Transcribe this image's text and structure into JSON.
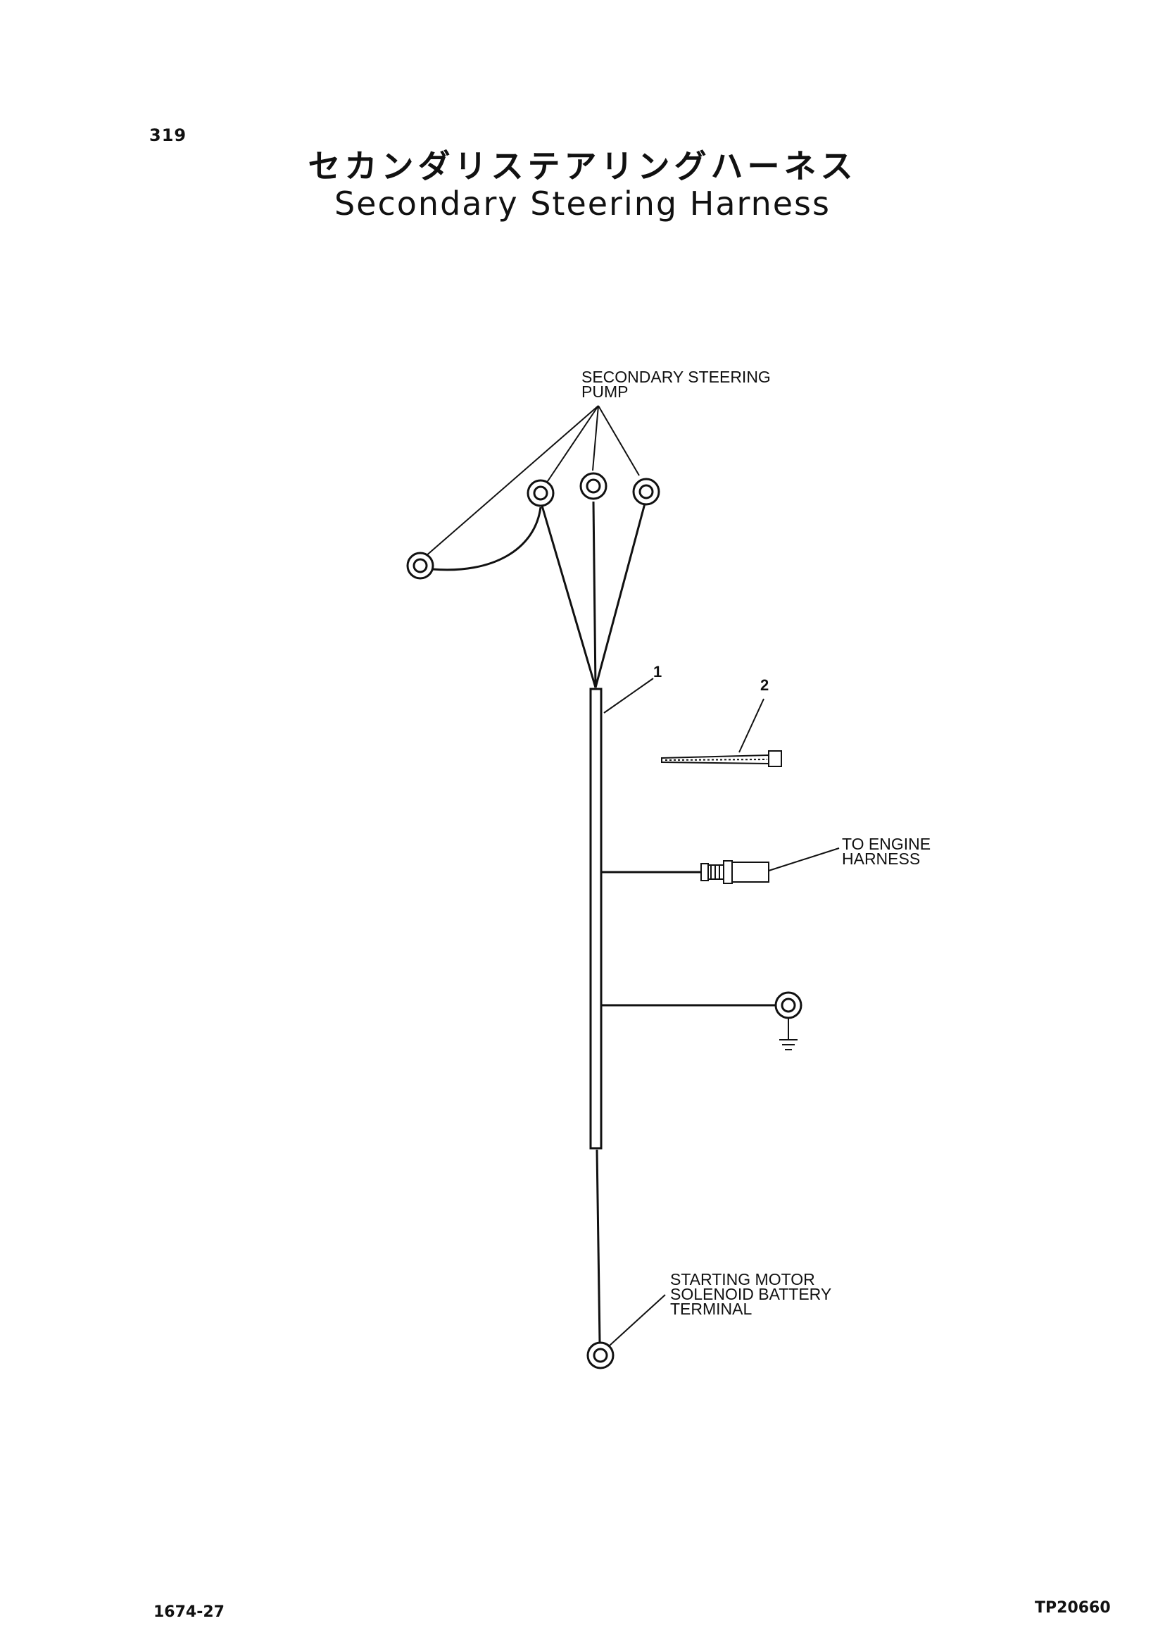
{
  "page_number": "319",
  "title_jp": "セカンダリステアリングハーネス",
  "title_en": "Secondary Steering Harness",
  "labels": {
    "pump_line1": "SECONDARY STEERING",
    "pump_line2": "PUMP",
    "engine_line1": "TO ENGINE",
    "engine_line2": "HARNESS",
    "starter_line1": "STARTING MOTOR",
    "starter_line2": "SOLENOID BATTERY",
    "starter_line3": "TERMINAL"
  },
  "callouts": {
    "harness": "1",
    "strap": "2"
  },
  "doc_code": "1674-27",
  "drawing_code": "TP20660"
}
